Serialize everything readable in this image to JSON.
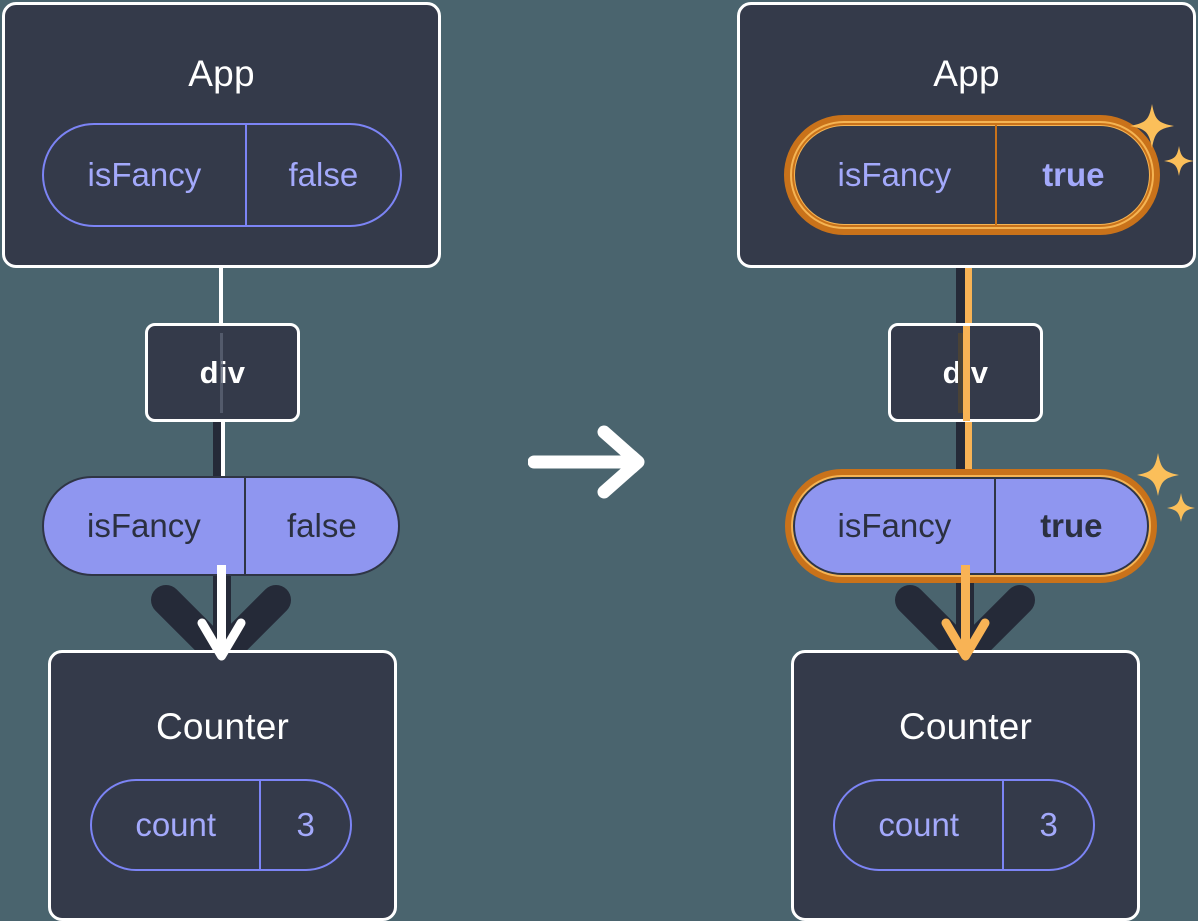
{
  "meta": {
    "background_color": "#4a646e",
    "panel_color": "#343a4a",
    "panel_border_color": "#ffffff",
    "pill_solid_color": "#8f96f0",
    "pill_outline_color": "#7c84f5",
    "highlight_outer_color": "#c9721a",
    "highlight_inner_color": "#f5b453",
    "sparkle_color": "#fbbf5a",
    "connector_dark_color": "#252a38",
    "connector_orange_color": "#f8b355"
  },
  "transition": {
    "icon": "arrow-right-icon",
    "direction": "right"
  },
  "before": {
    "app": {
      "title": "App",
      "state": {
        "key": "isFancy",
        "value": "false",
        "highlighted": false,
        "value_bold": false
      }
    },
    "div": {
      "label": "div"
    },
    "prop": {
      "key": "isFancy",
      "value": "false",
      "highlighted": false,
      "value_bold": false
    },
    "counter": {
      "title": "Counter",
      "state": {
        "key": "count",
        "value": "3",
        "highlighted": false,
        "value_bold": false
      }
    }
  },
  "after": {
    "app": {
      "title": "App",
      "state": {
        "key": "isFancy",
        "value": "true",
        "highlighted": true,
        "value_bold": true
      }
    },
    "div": {
      "label": "div"
    },
    "prop": {
      "key": "isFancy",
      "value": "true",
      "highlighted": true,
      "value_bold": true
    },
    "counter": {
      "title": "Counter",
      "state": {
        "key": "count",
        "value": "3",
        "highlighted": false,
        "value_bold": false
      }
    }
  }
}
